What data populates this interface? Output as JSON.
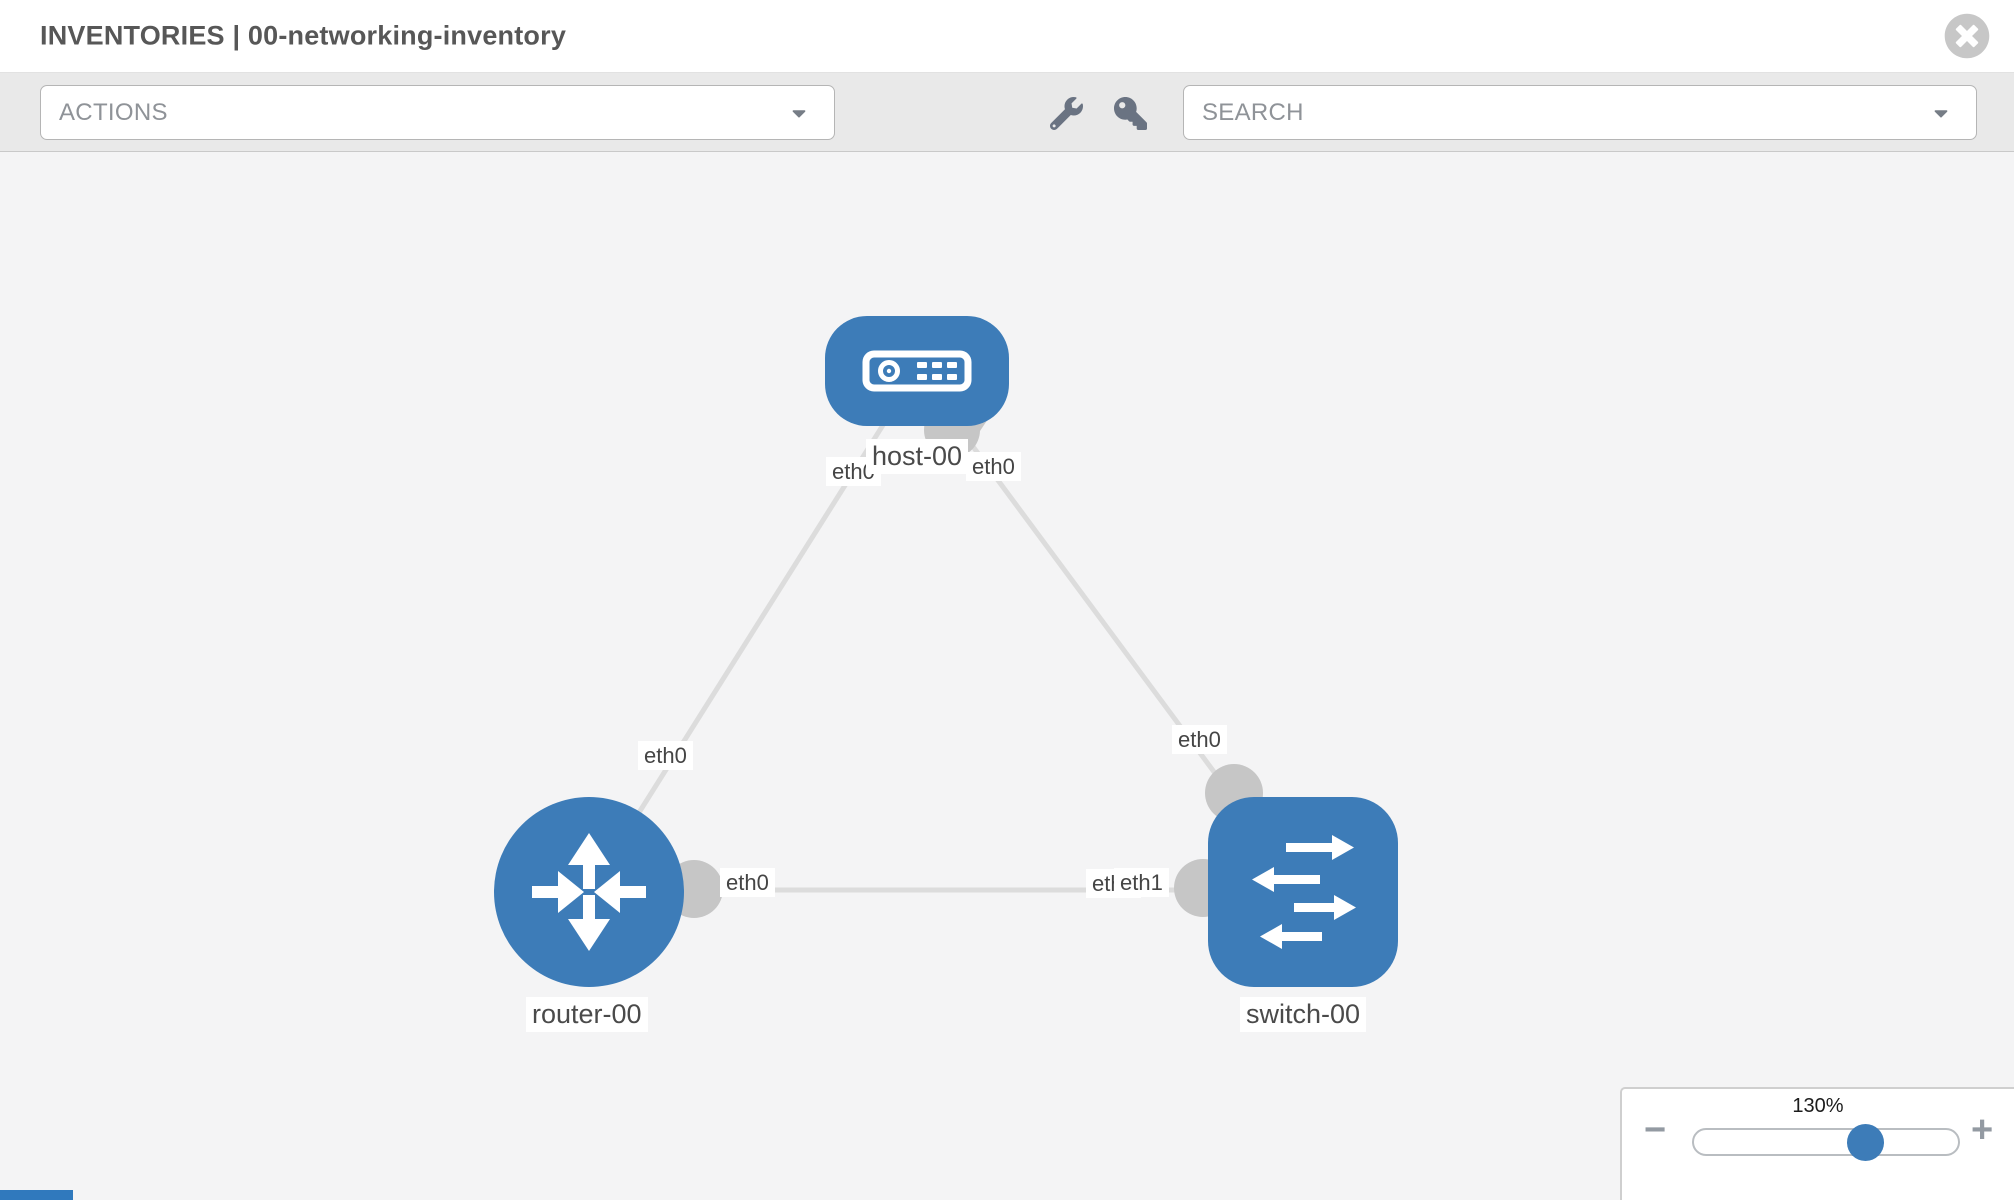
{
  "header": {
    "title": "INVENTORIES | 00-networking-inventory"
  },
  "toolbar": {
    "actions_label": "ACTIONS",
    "search_label": "SEARCH"
  },
  "diagram": {
    "nodes": {
      "host": {
        "label": "host-00",
        "type": "host",
        "icon": "server-icon"
      },
      "router": {
        "label": "router-00",
        "type": "router",
        "icon": "router-arrows-icon"
      },
      "switch": {
        "label": "switch-00",
        "type": "switch",
        "icon": "switch-arrows-icon"
      }
    },
    "links": [
      {
        "from": "host-00",
        "to": "router-00",
        "from_interface": "eth0",
        "to_interface": "eth0"
      },
      {
        "from": "host-00",
        "to": "switch-00",
        "from_interface": "eth0",
        "to_interface": "eth0"
      },
      {
        "from": "router-00",
        "to": "switch-00",
        "from_interface": "eth0",
        "to_interface": "eth1"
      }
    ],
    "interface_labels": {
      "host_left": "eth0",
      "host_right": "eth0",
      "router_diag": "eth0",
      "switch_diag": "eth0",
      "router_horiz": "eth0",
      "switch_horiz_hidden": "eth0",
      "switch_horiz": "eth1"
    }
  },
  "zoom_control": {
    "percent": "130%",
    "minus": "−",
    "plus": "+"
  },
  "colors": {
    "node_blue": "#3d7cb8",
    "link_gray": "#dcdcdc",
    "port_gray": "#c6c6c6",
    "toolbar_bg": "#e9e9e9",
    "canvas_bg": "#f4f4f5",
    "icon_slate": "#6a7382",
    "close_gray": "#c7c7c7"
  }
}
